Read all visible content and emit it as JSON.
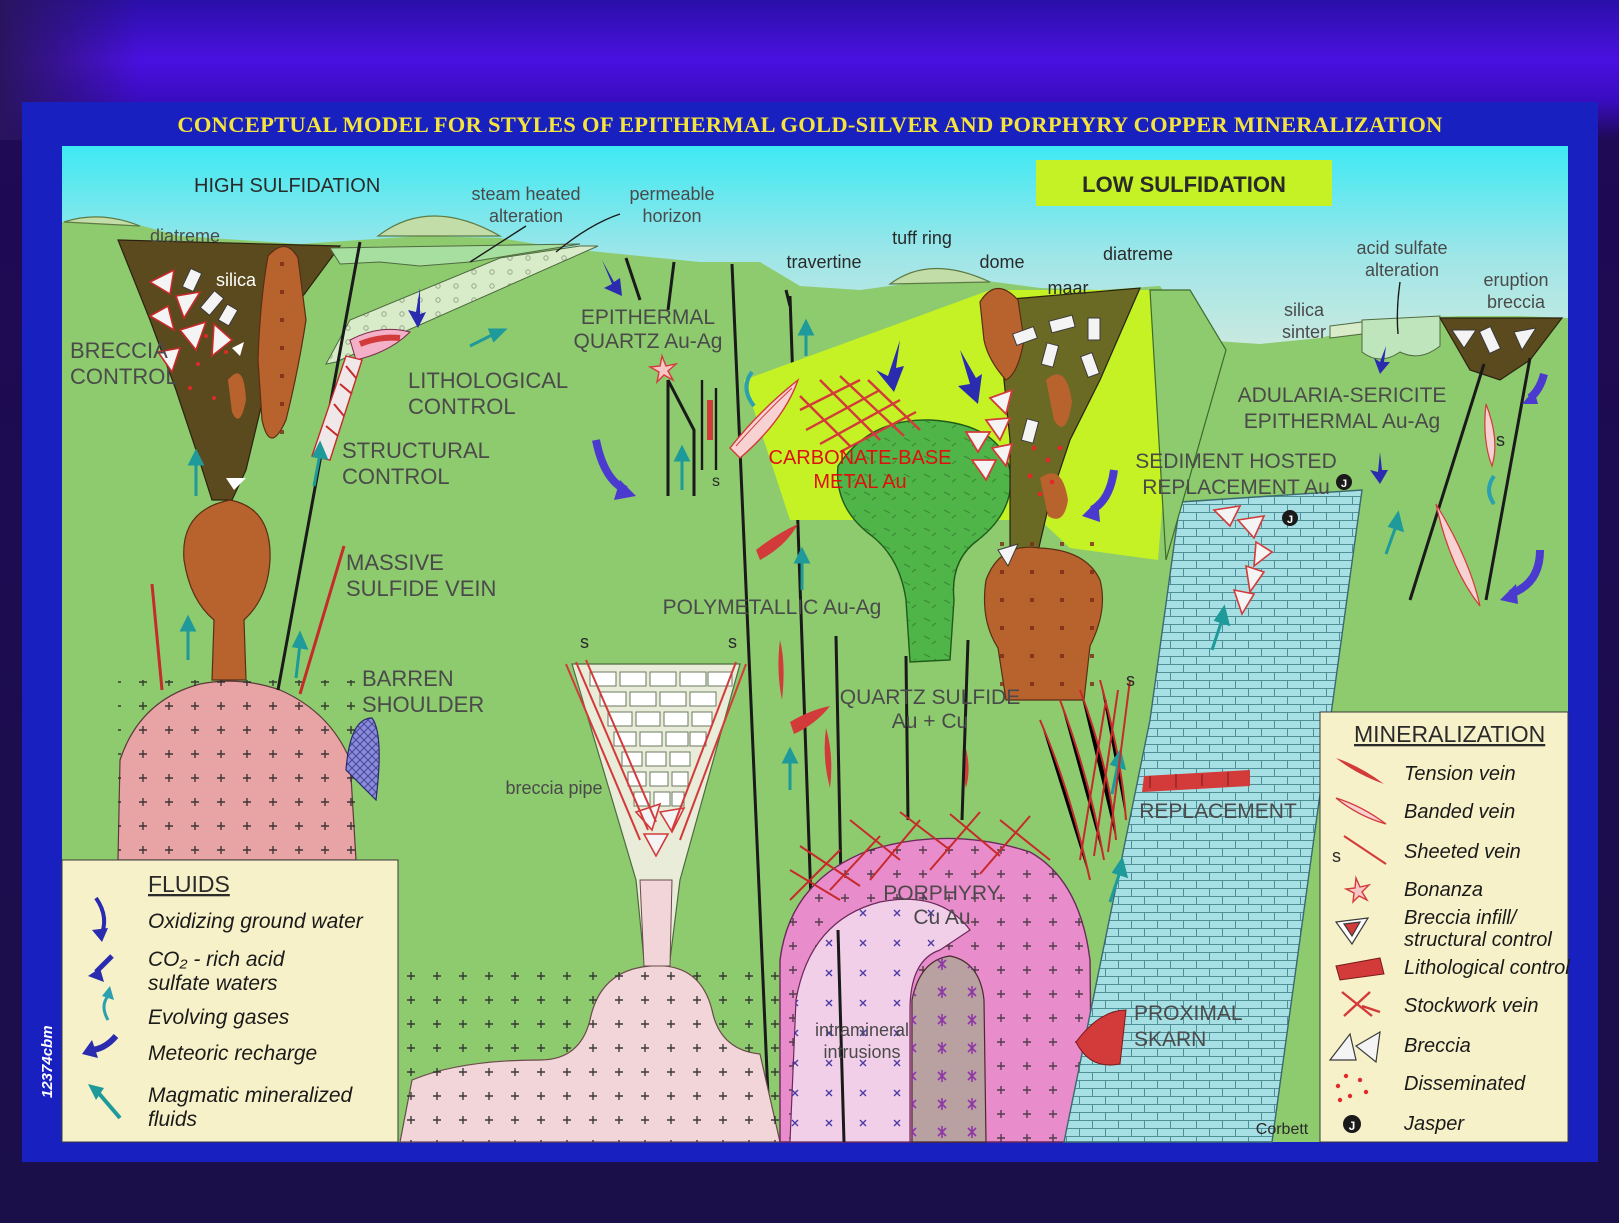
{
  "title": "CONCEPTUAL MODEL FOR STYLES OF EPITHERMAL GOLD-SILVER AND PORPHYRY COPPER MINERALIZATION",
  "side_code": "12374cbm",
  "credit": "Corbett",
  "sulfidation": {
    "high": "HIGH SULFIDATION",
    "low": "LOW SULFIDATION"
  },
  "labels": {
    "diatreme_left": "diatreme",
    "silica": "silica",
    "steam_heated_1": "steam heated",
    "steam_heated_2": "alteration",
    "permeable_1": "permeable",
    "permeable_2": "horizon",
    "breccia_control_1": "BRECCIA",
    "breccia_control_2": "CONTROL",
    "lithological_1": "LITHOLOGICAL",
    "lithological_2": "CONTROL",
    "structural_1": "STRUCTURAL",
    "structural_2": "CONTROL",
    "epithermal_1": "EPITHERMAL",
    "epithermal_2": "QUARTZ Au-Ag",
    "massive_1": "MASSIVE",
    "massive_2": "SULFIDE VEIN",
    "barren_1": "BARREN",
    "barren_2": "SHOULDER",
    "travertine": "travertine",
    "tuff_ring": "tuff ring",
    "dome": "dome",
    "diatreme_right": "diatreme",
    "maar": "maar",
    "carbonate_1": "CARBONATE-BASE",
    "carbonate_2": "METAL Au",
    "polymetallic": "POLYMETALLIC Au-Ag",
    "breccia_pipe": "breccia pipe",
    "quartz_sulfide_1": "QUARTZ SULFIDE",
    "quartz_sulfide_2": "Au + Cu",
    "porphyry_1": "PORPHYRY",
    "porphyry_2": "Cu Au",
    "intramineral_1": "intramineral",
    "intramineral_2": "intrusions",
    "acid_sulfate_1": "acid sulfate",
    "acid_sulfate_2": "alteration",
    "eruption_1": "eruption",
    "eruption_2": "breccia",
    "silica_sinter_1": "silica",
    "silica_sinter_2": "sinter",
    "adularia_1": "ADULARIA-SERICITE",
    "adularia_2": "EPITHERMAL Au-Ag",
    "sediment_1": "SEDIMENT HOSTED",
    "sediment_2": "REPLACEMENT Au",
    "replacement": "REPLACEMENT",
    "proximal_1": "PROXIMAL",
    "proximal_2": "SKARN",
    "s": "s"
  },
  "fluids_legend": {
    "heading": "FLUIDS",
    "items": [
      {
        "label": "Oxidizing ground water",
        "icon": "oxidizing-arrow"
      },
      {
        "label": "CO₂ - rich acid",
        "label2": "sulfate waters",
        "icon": "acid-arrow"
      },
      {
        "label": "Evolving gases",
        "icon": "gas-arrow"
      },
      {
        "label": "Meteoric recharge",
        "icon": "recharge-arrow"
      },
      {
        "label": "Magmatic mineralized",
        "label2": "fluids",
        "icon": "magmatic-arrow"
      }
    ]
  },
  "mineralization_legend": {
    "heading": "MINERALIZATION",
    "items": [
      {
        "label": "Tension vein",
        "icon": "tension-vein"
      },
      {
        "label": "Banded vein",
        "icon": "banded-vein"
      },
      {
        "label": "Sheeted vein",
        "icon": "sheeted-vein",
        "glyph": "s"
      },
      {
        "label": "Bonanza",
        "icon": "bonanza-star"
      },
      {
        "label": "Breccia infill/",
        "label2": "structural control",
        "icon": "breccia-infill"
      },
      {
        "label": "Lithological control",
        "icon": "lithological-control"
      },
      {
        "label": "Stockwork vein",
        "icon": "stockwork-x"
      },
      {
        "label": "Breccia",
        "icon": "breccia-triangles"
      },
      {
        "label": "Disseminated",
        "icon": "disseminated-dots"
      },
      {
        "label": "Jasper",
        "icon": "jasper-dot",
        "glyph": "J"
      }
    ]
  },
  "colors": {
    "title": "#f5e43a",
    "sky_top": "#3fe8f2",
    "ground": "#8dcb6e",
    "diatreme_fill": "#5b4a1e",
    "intrusion_brown": "#b8632e",
    "pink_intrusion": "#e8a3a5",
    "porphyry_pink": "#e98ccb",
    "lime": "#c4f224",
    "limestone": "#a8dfe3",
    "vein_red": "#d33a3a",
    "legend_bg": "#f6f1c8"
  }
}
